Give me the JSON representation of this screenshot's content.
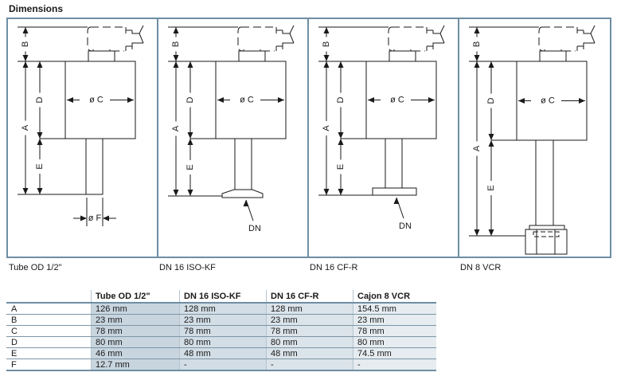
{
  "title": "Dimensions",
  "diagram_labels": {
    "A": "A",
    "B": "B",
    "C": "ø C",
    "D": "D",
    "E": "E",
    "F": "ø F",
    "DN": "DN"
  },
  "panels": [
    {
      "caption": "Tube OD 1/2\"",
      "variant": "tube"
    },
    {
      "caption": "DN 16 ISO-KF",
      "variant": "isokf"
    },
    {
      "caption": "DN 16 CF-R",
      "variant": "cfr"
    },
    {
      "caption": "DN 8 VCR",
      "variant": "vcr"
    }
  ],
  "table": {
    "headers": [
      "",
      "Tube OD 1/2\"",
      "DN 16 ISO-KF",
      "DN 16 CF-R",
      "Cajon 8 VCR"
    ],
    "rows": [
      {
        "label": "A",
        "values": [
          "126 mm",
          "128 mm",
          "128 mm",
          "154.5 mm"
        ]
      },
      {
        "label": "B",
        "values": [
          "23 mm",
          "23 mm",
          "23 mm",
          "23 mm"
        ]
      },
      {
        "label": "C",
        "values": [
          "78 mm",
          "78 mm",
          "78 mm",
          "78 mm"
        ]
      },
      {
        "label": "D",
        "values": [
          "80 mm",
          "80 mm",
          "80 mm",
          "80 mm"
        ]
      },
      {
        "label": "E",
        "values": [
          "46 mm",
          "48 mm",
          "48 mm",
          "74.5 mm"
        ]
      },
      {
        "label": "F",
        "values": [
          "12.7 mm",
          "-",
          "-",
          "-"
        ]
      }
    ]
  },
  "colors": {
    "border": "#6e8ea3",
    "line": "#1a1a1a"
  }
}
